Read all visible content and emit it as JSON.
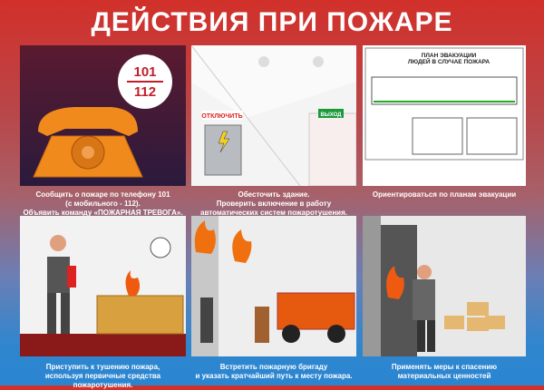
{
  "title": "ДЕЙСТВИЯ ПРИ ПОЖАРЕ",
  "panels": [
    {
      "caption": [
        "Сообщить о пожаре по телефону 101",
        "(с мобильного - 112).",
        "Объявить команду «ПОЖАРНАЯ ТРЕВОГА»."
      ],
      "numbers": [
        "101",
        "112"
      ]
    },
    {
      "caption": [
        "Обесточить здание.",
        "Проверить включение в работу",
        "автоматических систем пожаротушения."
      ],
      "labels": [
        "ОТКЛЮЧИТЬ",
        "ВЫХОД"
      ]
    },
    {
      "caption": [
        "Ориентироваться по планам эвакуации"
      ],
      "plan_title": [
        "ПЛАН ЭВАКУАЦИИ",
        "ЛЮДЕЙ В СЛУЧАЕ ПОЖАРА"
      ]
    },
    {
      "caption": [
        "Приступить к тушению пожара,",
        "используя первичные средства пожаротушения."
      ]
    },
    {
      "caption": [
        "Встретить пожарную бригаду",
        "и указать кратчайший путь к месту пожара."
      ]
    },
    {
      "caption": [
        "Применять меры к спасению",
        "материальных ценностей"
      ]
    }
  ],
  "colors": {
    "accent_red": "#d2302a",
    "accent_blue": "#2a85d0",
    "phone_orange": "#f08a1c"
  }
}
